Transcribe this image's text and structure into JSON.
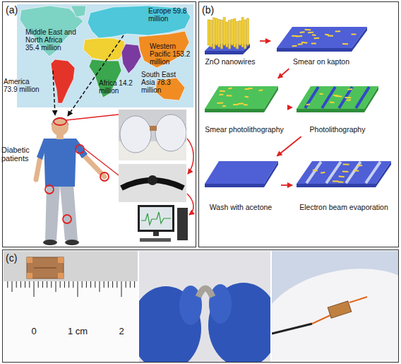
{
  "diagram": {
    "nodes": [
      {
        "text": [
          "(a)"
        ]
      },
      {
        "text": [
          "(b)"
        ]
      },
      {
        "text": [
          "ZnO nanowires"
        ],
        "in": 1
      },
      {
        "text": [
          "Smear on kapton"
        ],
        "in": 1
      },
      {
        "text": [
          "Smear photolithography"
        ],
        "in": 1
      },
      {
        "text": [
          "Photolithography"
        ],
        "in": 1
      },
      {
        "text": [
          "Wash with acetone"
        ],
        "in": 1
      },
      {
        "text": [
          "Electron beam evaporation"
        ],
        "in": 1
      },
      {
        "text": [
          "(c)"
        ]
      }
    ],
    "edges": [
      {
        "from": 2,
        "to": 3,
        "arrow": "to"
      },
      {
        "from": 3,
        "to": 4,
        "arrow": "to"
      },
      {
        "from": 4,
        "to": 5,
        "arrow": "to"
      },
      {
        "from": 5,
        "to": 6,
        "arrow": "to"
      },
      {
        "from": 6,
        "to": 7,
        "arrow": "to"
      }
    ],
    "labels": [
      "Europe 59.8 million",
      "Middle East and North Africa 35.4 million",
      "Western Pacific 153.2 million",
      "America 73.9 million",
      "South East Asia 78.3 million",
      "Africa 14.2 million",
      "Diabetic patients",
      "0",
      "1 cm",
      "2"
    ]
  }
}
